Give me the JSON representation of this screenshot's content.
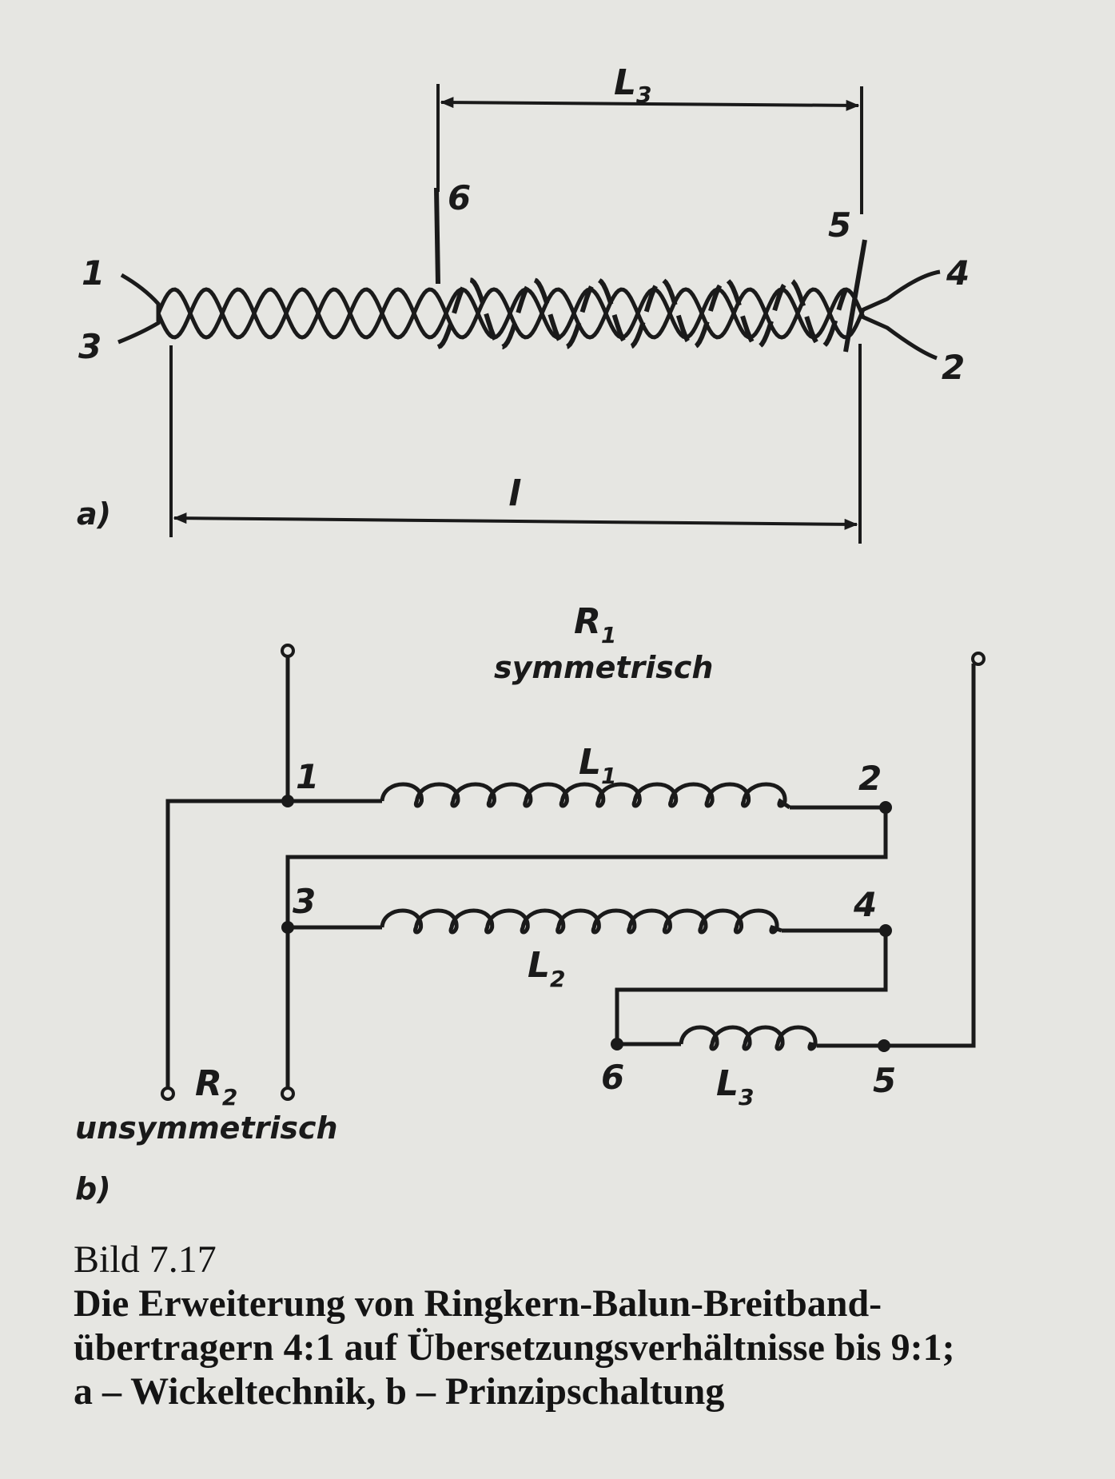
{
  "diagram_a": {
    "panel_label": "a)",
    "dim_l3": "L",
    "dim_l3_sub": "3",
    "dim_l": "l",
    "terminals": {
      "t1": "1",
      "t2": "2",
      "t3": "3",
      "t4": "4",
      "t5": "5",
      "t6": "6"
    }
  },
  "diagram_b": {
    "panel_label": "b)",
    "r1": "R",
    "r1_sub": "1",
    "r1_desc": "symmetrisch",
    "r2": "R",
    "r2_sub": "2",
    "r2_desc": "unsymmetrisch",
    "l1": "L",
    "l1_sub": "1",
    "l2": "L",
    "l2_sub": "2",
    "l3": "L",
    "l3_sub": "3",
    "nodes": {
      "n1": "1",
      "n2": "2",
      "n3": "3",
      "n4": "4",
      "n5": "5",
      "n6": "6"
    }
  },
  "caption": {
    "figure": "Bild 7.17",
    "line1": "Die Erweiterung von Ringkern-Balun-Breitband-",
    "line2": "übertragern 4:1 auf Übersetzungsverhältnisse bis 9:1;",
    "line3": "a – Wickeltechnik, b – Prinzipschaltung"
  }
}
